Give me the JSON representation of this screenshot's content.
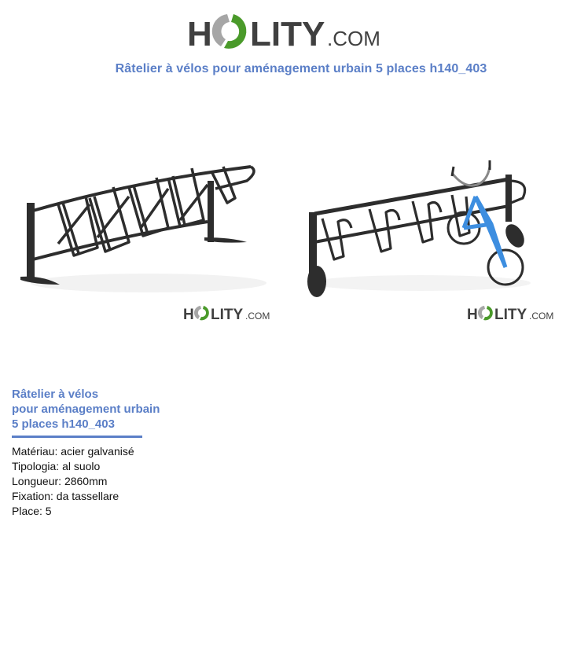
{
  "brand": {
    "name_prefix": "H",
    "name_suffix": "LITY",
    "domain": ".COM",
    "colors": {
      "text": "#404040",
      "ring_gray": "#a6a6a6",
      "ring_green": "#4a9a2a"
    }
  },
  "page": {
    "title": "Râtelier à vélos pour aménagement urbain 5 places h140_403",
    "accent_color": "#5b7fc7"
  },
  "images": [
    {
      "alt": "Bike rack 5 places, empty, front-angled view",
      "watermark": "HOLITY.COM"
    },
    {
      "alt": "Bike rack 5 places with a blue bicycle parked",
      "watermark": "HOLITY.COM"
    }
  ],
  "product": {
    "heading_lines": [
      "Râtelier à vélos",
      "pour aménagement urbain",
      "5 places h140_403"
    ],
    "specs": [
      {
        "label": "Matériau",
        "value": "acier galvanisé"
      },
      {
        "label": "Tipologia",
        "value": "al suolo"
      },
      {
        "label": "Longueur",
        "value": "2860mm"
      },
      {
        "label": "Fixation",
        "value": "da tassellare"
      },
      {
        "label": "Place",
        "value": "5"
      }
    ],
    "spec_lines": [
      "Matériau: acier galvanisé",
      "Tipologia: al suolo",
      "Longueur: 2860mm",
      "Fixation: da tassellare",
      "Place: 5"
    ]
  }
}
